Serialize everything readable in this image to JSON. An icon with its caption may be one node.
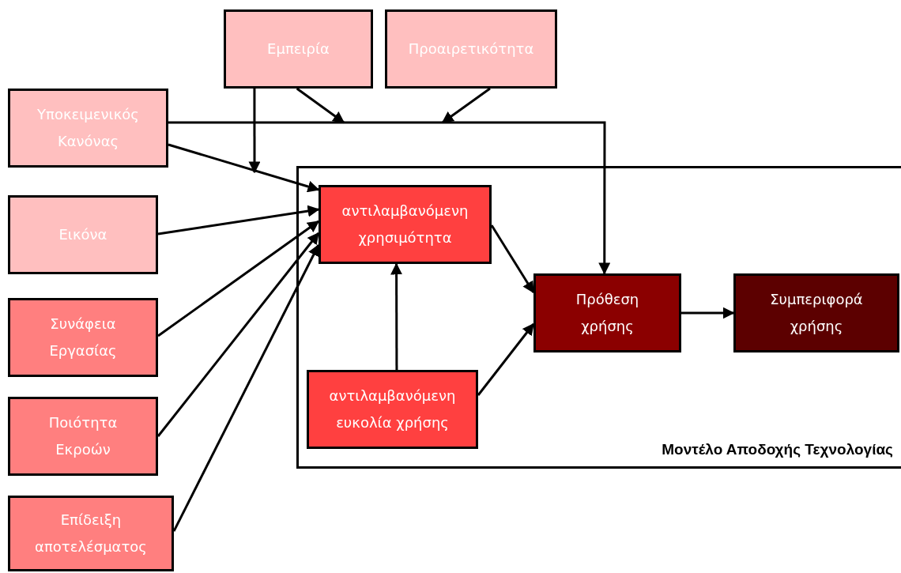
{
  "diagram": {
    "nodes": [
      {
        "text": [
          "Εμπειρία"
        ]
      },
      {
        "text": [
          "Προαιρετικότητα"
        ]
      },
      {
        "text": [
          "Υποκειμενικός Κανόνας"
        ]
      },
      {
        "text": [
          "Εικόνα"
        ]
      },
      {
        "text": [
          "Συνάφεια Εργασίας"
        ]
      },
      {
        "text": [
          "Ποιότητα Εκροών"
        ]
      },
      {
        "text": [
          "Επίδειξη αποτελέσματος"
        ]
      },
      {
        "text": [
          "Μοντέλο Αποδοχής Τεχνολογίας"
        ]
      },
      {
        "text": [
          "αντιλαμβανόμενη χρησιμότητα"
        ],
        "in": 7
      },
      {
        "text": [
          "Πρόθεση χρήσης"
        ],
        "in": 7
      },
      {
        "text": [
          "Συμπεριφορά χρήσης"
        ],
        "in": 7
      },
      {
        "text": [
          "αντιλαμβανόμενη ευκολία χρήσης"
        ],
        "in": 7
      }
    ],
    "edges": [
      {
        "from": 2,
        "to": 8,
        "arrow": "to"
      },
      {
        "from": 2,
        "to": 9,
        "arrow": "to"
      },
      {
        "from": 0,
        "to": null,
        "arrow": "to"
      },
      {
        "from": 0,
        "to": null,
        "arrow": "to"
      },
      {
        "from": 1,
        "to": null,
        "arrow": "to"
      },
      {
        "from": 3,
        "to": 8,
        "arrow": "to"
      },
      {
        "from": 4,
        "to": 8,
        "arrow": "to"
      },
      {
        "from": 5,
        "to": 8,
        "arrow": "to"
      },
      {
        "from": 6,
        "to": 8,
        "arrow": "to"
      },
      {
        "from": 8,
        "to": 9,
        "arrow": "to"
      },
      {
        "from": 11,
        "to": 8,
        "arrow": "to"
      },
      {
        "from": 11,
        "to": 9,
        "arrow": "to"
      },
      {
        "from": 9,
        "to": 10,
        "arrow": "to"
      }
    ]
  }
}
